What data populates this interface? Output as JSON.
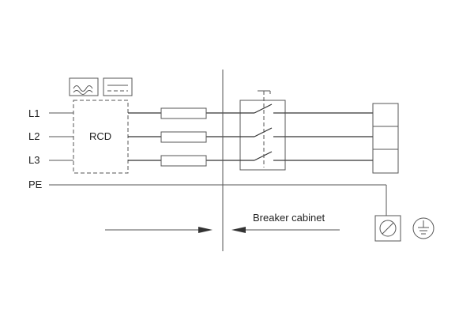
{
  "diagram": {
    "phase_labels": [
      "L1",
      "L2",
      "L3"
    ],
    "pe_label": "PE",
    "rcd_label": "RCD",
    "cabinet_label": "Breaker cabinet",
    "icons": {
      "rcd_type_ac": "ac-sine-wave-icon",
      "rcd_type_dc": "dc-line-icon",
      "pe_terminal": "earth-terminal-icon",
      "earth_symbol": "earth-ground-icon"
    }
  }
}
